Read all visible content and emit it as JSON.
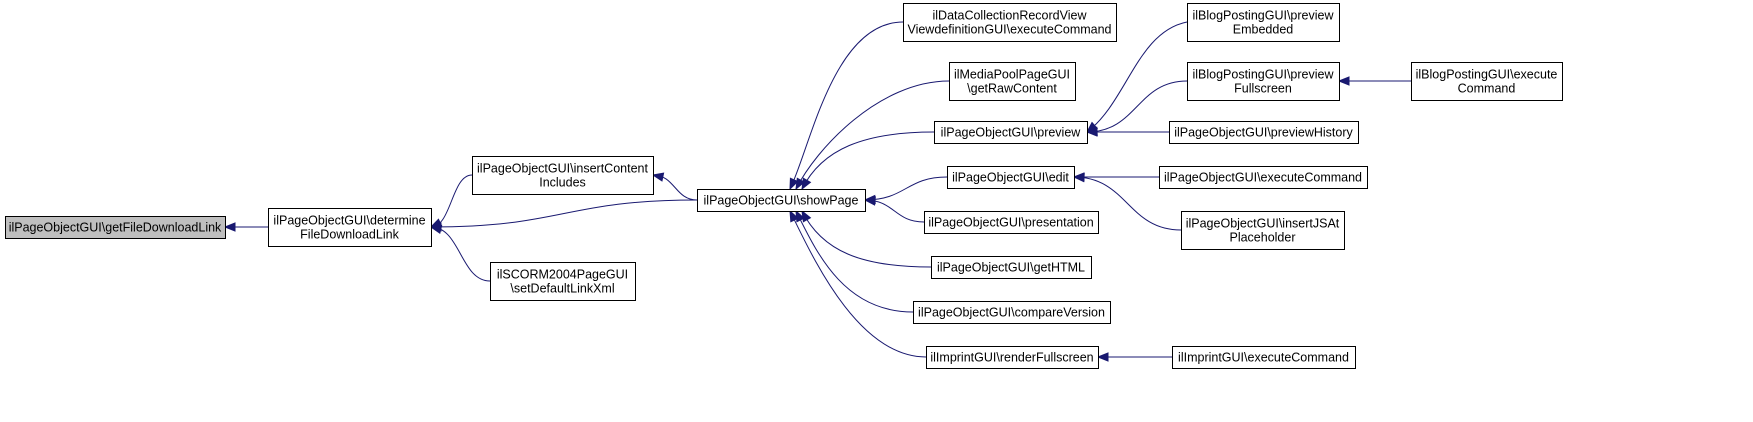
{
  "colors": {
    "edge": "#191970",
    "focus_fill": "#bfbfbf",
    "node_fill": "#ffffff",
    "border": "#000000"
  },
  "nodes": [
    {
      "id": "getFileDownloadLink",
      "lines": [
        "ilPageObjectGUI\\getFileDownloadLink"
      ],
      "focus": true
    },
    {
      "id": "determineFileDownloadLink",
      "lines": [
        "ilPageObjectGUI\\determine",
        "FileDownloadLink"
      ]
    },
    {
      "id": "insertContentIncludes",
      "lines": [
        "ilPageObjectGUI\\insertContent",
        "Includes"
      ]
    },
    {
      "id": "setDefaultLinkXml",
      "lines": [
        "ilSCORM2004PageGUI",
        "\\setDefaultLinkXml"
      ]
    },
    {
      "id": "showPage",
      "lines": [
        "ilPageObjectGUI\\showPage"
      ]
    },
    {
      "id": "dcExecuteCommand",
      "lines": [
        "ilDataCollectionRecordView",
        "ViewdefinitionGUI\\executeCommand"
      ]
    },
    {
      "id": "getRawContent",
      "lines": [
        "ilMediaPoolPageGUI",
        "\\getRawContent"
      ]
    },
    {
      "id": "preview",
      "lines": [
        "ilPageObjectGUI\\preview"
      ]
    },
    {
      "id": "edit",
      "lines": [
        "ilPageObjectGUI\\edit"
      ]
    },
    {
      "id": "presentation",
      "lines": [
        "ilPageObjectGUI\\presentation"
      ]
    },
    {
      "id": "getHTML",
      "lines": [
        "ilPageObjectGUI\\getHTML"
      ]
    },
    {
      "id": "compareVersion",
      "lines": [
        "ilPageObjectGUI\\compareVersion"
      ]
    },
    {
      "id": "renderFullscreen",
      "lines": [
        "ilImprintGUI\\renderFullscreen"
      ]
    },
    {
      "id": "previewEmbedded",
      "lines": [
        "ilBlogPostingGUI\\preview",
        "Embedded"
      ]
    },
    {
      "id": "previewFullscreen",
      "lines": [
        "ilBlogPostingGUI\\preview",
        "Fullscreen"
      ]
    },
    {
      "id": "previewHistory",
      "lines": [
        "ilPageObjectGUI\\previewHistory"
      ]
    },
    {
      "id": "pogExecuteCommand",
      "lines": [
        "ilPageObjectGUI\\executeCommand"
      ]
    },
    {
      "id": "insertJSAtPlaceholder",
      "lines": [
        "ilPageObjectGUI\\insertJSAt",
        "Placeholder"
      ]
    },
    {
      "id": "imprintExecuteCommand",
      "lines": [
        "ilImprintGUI\\executeCommand"
      ]
    },
    {
      "id": "blogExecuteCommand",
      "lines": [
        "ilBlogPostingGUI\\execute",
        "Command"
      ]
    }
  ],
  "edges": [
    {
      "from": "determineFileDownloadLink",
      "to": "getFileDownloadLink"
    },
    {
      "from": "insertContentIncludes",
      "to": "determineFileDownloadLink"
    },
    {
      "from": "showPage",
      "to": "determineFileDownloadLink"
    },
    {
      "from": "setDefaultLinkXml",
      "to": "determineFileDownloadLink"
    },
    {
      "from": "showPage",
      "to": "insertContentIncludes"
    },
    {
      "from": "dcExecuteCommand",
      "to": "showPage"
    },
    {
      "from": "getRawContent",
      "to": "showPage"
    },
    {
      "from": "preview",
      "to": "showPage"
    },
    {
      "from": "edit",
      "to": "showPage"
    },
    {
      "from": "presentation",
      "to": "showPage"
    },
    {
      "from": "getHTML",
      "to": "showPage"
    },
    {
      "from": "compareVersion",
      "to": "showPage"
    },
    {
      "from": "renderFullscreen",
      "to": "showPage"
    },
    {
      "from": "previewEmbedded",
      "to": "preview"
    },
    {
      "from": "previewFullscreen",
      "to": "preview"
    },
    {
      "from": "previewHistory",
      "to": "preview"
    },
    {
      "from": "blogExecuteCommand",
      "to": "previewFullscreen"
    },
    {
      "from": "pogExecuteCommand",
      "to": "edit"
    },
    {
      "from": "insertJSAtPlaceholder",
      "to": "edit"
    },
    {
      "from": "imprintExecuteCommand",
      "to": "renderFullscreen"
    }
  ]
}
